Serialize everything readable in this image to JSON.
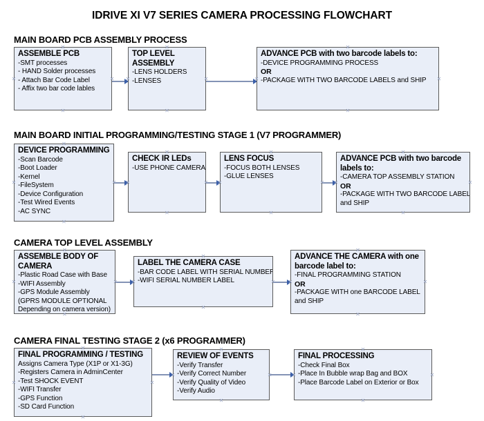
{
  "title": "IDRIVE XI V7 SERIES CAMERA PROCESSING FLOWCHART",
  "colors": {
    "node_fill": "#e9eef8",
    "node_border": "#5a5a5a",
    "connector": "#8393b5",
    "arrowhead": "#3b5fa8",
    "text": "#000000",
    "background": "#ffffff"
  },
  "sections": [
    {
      "heading": "MAIN BOARD PCB ASSEMBLY PROCESS",
      "nodes": [
        {
          "title": "ASSEMBLE PCB",
          "lines": [
            "-SMT processes",
            "- HAND Solder processes",
            "- Attach Bar Code Label",
            "- Affix two bar code lables"
          ]
        },
        {
          "title": "TOP LEVEL ASSEMBLY",
          "lines": [
            "-LENS HOLDERS",
            "-LENSES"
          ]
        },
        {
          "title": "ADVANCE PCB with two barcode labels to:",
          "lines": [
            "-DEVICE PROGRAMMING PROCESS",
            "OR",
            "-PACKAGE WITH TWO BARCODE LABELS and SHIP"
          ],
          "bold_lines": [
            1
          ]
        }
      ]
    },
    {
      "heading": "MAIN BOARD INITIAL PROGRAMMING/TESTING STAGE 1 (V7 PROGRAMMER)",
      "nodes": [
        {
          "title": "DEVICE PROGRAMMING",
          "lines": [
            "-Scan Barcode",
            "-Boot Loader",
            "-Kernel",
            "-FileSystem",
            "-Device Configuration",
            "-Test Wired Events",
            "-AC SYNC"
          ]
        },
        {
          "title": "CHECK IR LEDs",
          "lines": [
            "-USE PHONE CAMERA"
          ]
        },
        {
          "title": "LENS FOCUS",
          "lines": [
            "-FOCUS BOTH LENSES",
            "-GLUE LENSES"
          ]
        },
        {
          "title": "ADVANCE PCB with two barcode labels to:",
          "lines": [
            "-CAMERA TOP ASSEMBLY STATION",
            "OR",
            "-PACKAGE WITH TWO BARCODE LABELS",
            "and SHIP"
          ],
          "bold_lines": [
            1
          ]
        }
      ]
    },
    {
      "heading": "CAMERA TOP LEVEL ASSEMBLY",
      "nodes": [
        {
          "title": "ASSEMBLE BODY OF CAMERA",
          "lines": [
            "-Plastic Road Case with Base",
            "-WIFI Assembly",
            "-GPS Module Assembly",
            "(GPRS MODULE OPTIONAL",
            "Depending on camera version)"
          ]
        },
        {
          "title": "LABEL THE CAMERA CASE",
          "lines": [
            "-BAR CODE LABEL WITH SERIAL NUMBER",
            "-WIFI SERIAL NUMBER LABEL"
          ]
        },
        {
          "title": "ADVANCE THE CAMERA with one barcode label to:",
          "lines": [
            "-FINAL PROGRAMMING STATION",
            "OR",
            "-PACKAGE WITH one BARCODE LABEL",
            "and SHIP"
          ],
          "bold_lines": [
            1
          ]
        }
      ]
    },
    {
      "heading": "CAMERA FINAL TESTING STAGE 2 (x6 PROGRAMMER)",
      "nodes": [
        {
          "title": "FINAL PROGRAMMING / TESTING",
          "lines": [
            "Assigns Camera Type (X1P or X1-3G)",
            "-Registers Camera in AdminCenter",
            "-Test SHOCK EVENT",
            "-WIFI Transfer",
            "-GPS Function",
            "-SD Card Function"
          ]
        },
        {
          "title": "REVIEW OF EVENTS",
          "lines": [
            "-Verify Transfer",
            "-Verify Correct Number",
            "-Verify Quality of Video",
            "-Verify Audio"
          ]
        },
        {
          "title": "FINAL PROCESSING",
          "lines": [
            " -Check Final Box",
            "-Place In Bubble wrap Bag and BOX",
            "-Place Barcode Label on Exterior or Box"
          ]
        }
      ]
    }
  ]
}
